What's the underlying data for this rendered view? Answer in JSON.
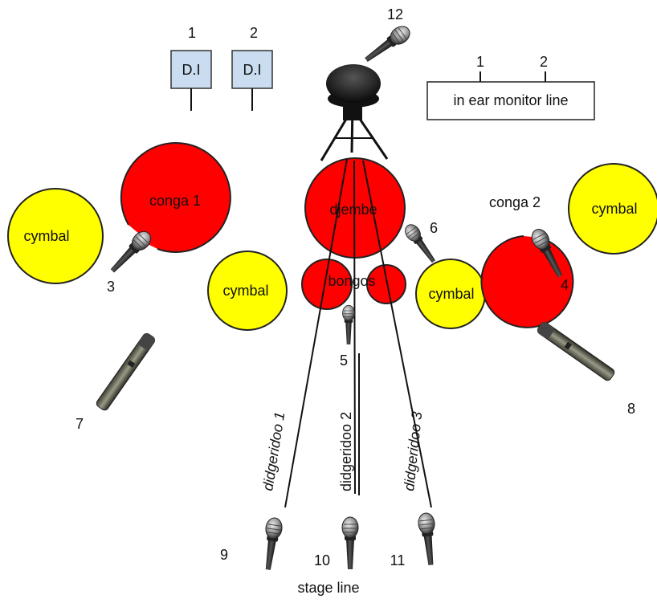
{
  "diagram": {
    "di_boxes": [
      {
        "number": "1",
        "label": "D.I"
      },
      {
        "number": "2",
        "label": "D.I"
      }
    ],
    "in_ear": {
      "label": "in ear monitor line",
      "numbers": [
        "1",
        "2"
      ]
    },
    "instruments": {
      "conga1": "conga 1",
      "conga2": "conga 2",
      "djembe": "djembe",
      "bongos": "bongos",
      "cymbal_left": "cymbal",
      "cymbal_mid_left": "cymbal",
      "cymbal_mid_right": "cymbal",
      "cymbal_right": "cymbal"
    },
    "didgeridoos": [
      "didgeridoo 1",
      "didgeridoo 2",
      "didgeridoo 3"
    ],
    "mic_numbers": {
      "m3": "3",
      "m4": "4",
      "m5": "5",
      "m6": "6",
      "m7": "7",
      "m8": "8",
      "m9": "9",
      "m10": "10",
      "m11": "11",
      "m12": "12"
    },
    "stage_line": "stage line",
    "colors": {
      "drum": "#ff0000",
      "cymbal": "#ffff00",
      "di_box": "#c9dcf0"
    }
  }
}
